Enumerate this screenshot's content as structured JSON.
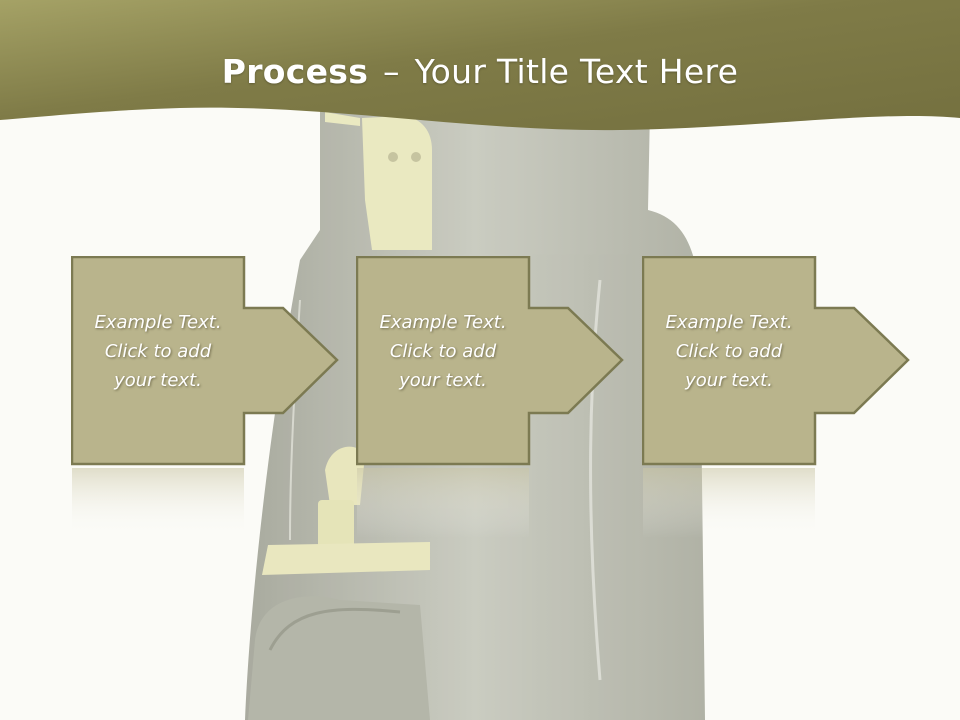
{
  "slide": {
    "title_bold": "Process",
    "title_separator": "–",
    "title_rest": "Your Title Text Here"
  },
  "steps": [
    {
      "lines": [
        "Example Text.",
        "Click  to add",
        "your text."
      ]
    },
    {
      "lines": [
        "Example Text.",
        "Click  to add",
        "your text."
      ]
    },
    {
      "lines": [
        "Example Text.",
        "Click  to add",
        "your text."
      ]
    }
  ],
  "colors": {
    "header_dark": "#74703f",
    "header_light": "#a5a266",
    "box_fill": "#b9b48c",
    "box_border": "#7c7a52",
    "background": "#fbfbf7"
  }
}
